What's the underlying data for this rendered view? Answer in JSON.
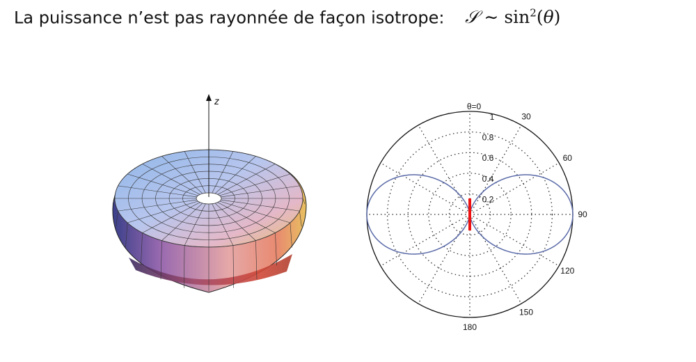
{
  "headline": {
    "text": "La puissance n’est pas rayonnée de façon isotrope:",
    "formula_S": "𝒮",
    "formula_sim": " ∼ sin",
    "formula_exp": "2",
    "formula_arg_open": "(",
    "formula_theta": "θ",
    "formula_arg_close": ")"
  },
  "torus": {
    "axis_label": "z"
  },
  "polar": {
    "pattern": "sin^2(theta)",
    "radial_ticks": [
      "1",
      "0.8",
      "0.6",
      "0.4",
      "0.2"
    ],
    "angle_zero_label": "θ=0",
    "angle_labels": [
      {
        "angle": 30,
        "text": "30"
      },
      {
        "angle": 60,
        "text": "60"
      },
      {
        "angle": 90,
        "text": "90"
      },
      {
        "angle": 120,
        "text": "120"
      },
      {
        "angle": 150,
        "text": "150"
      },
      {
        "angle": 180,
        "text": "180"
      }
    ],
    "curve_color": "#5a6aa8",
    "dipole_color": "#ee1111"
  }
}
